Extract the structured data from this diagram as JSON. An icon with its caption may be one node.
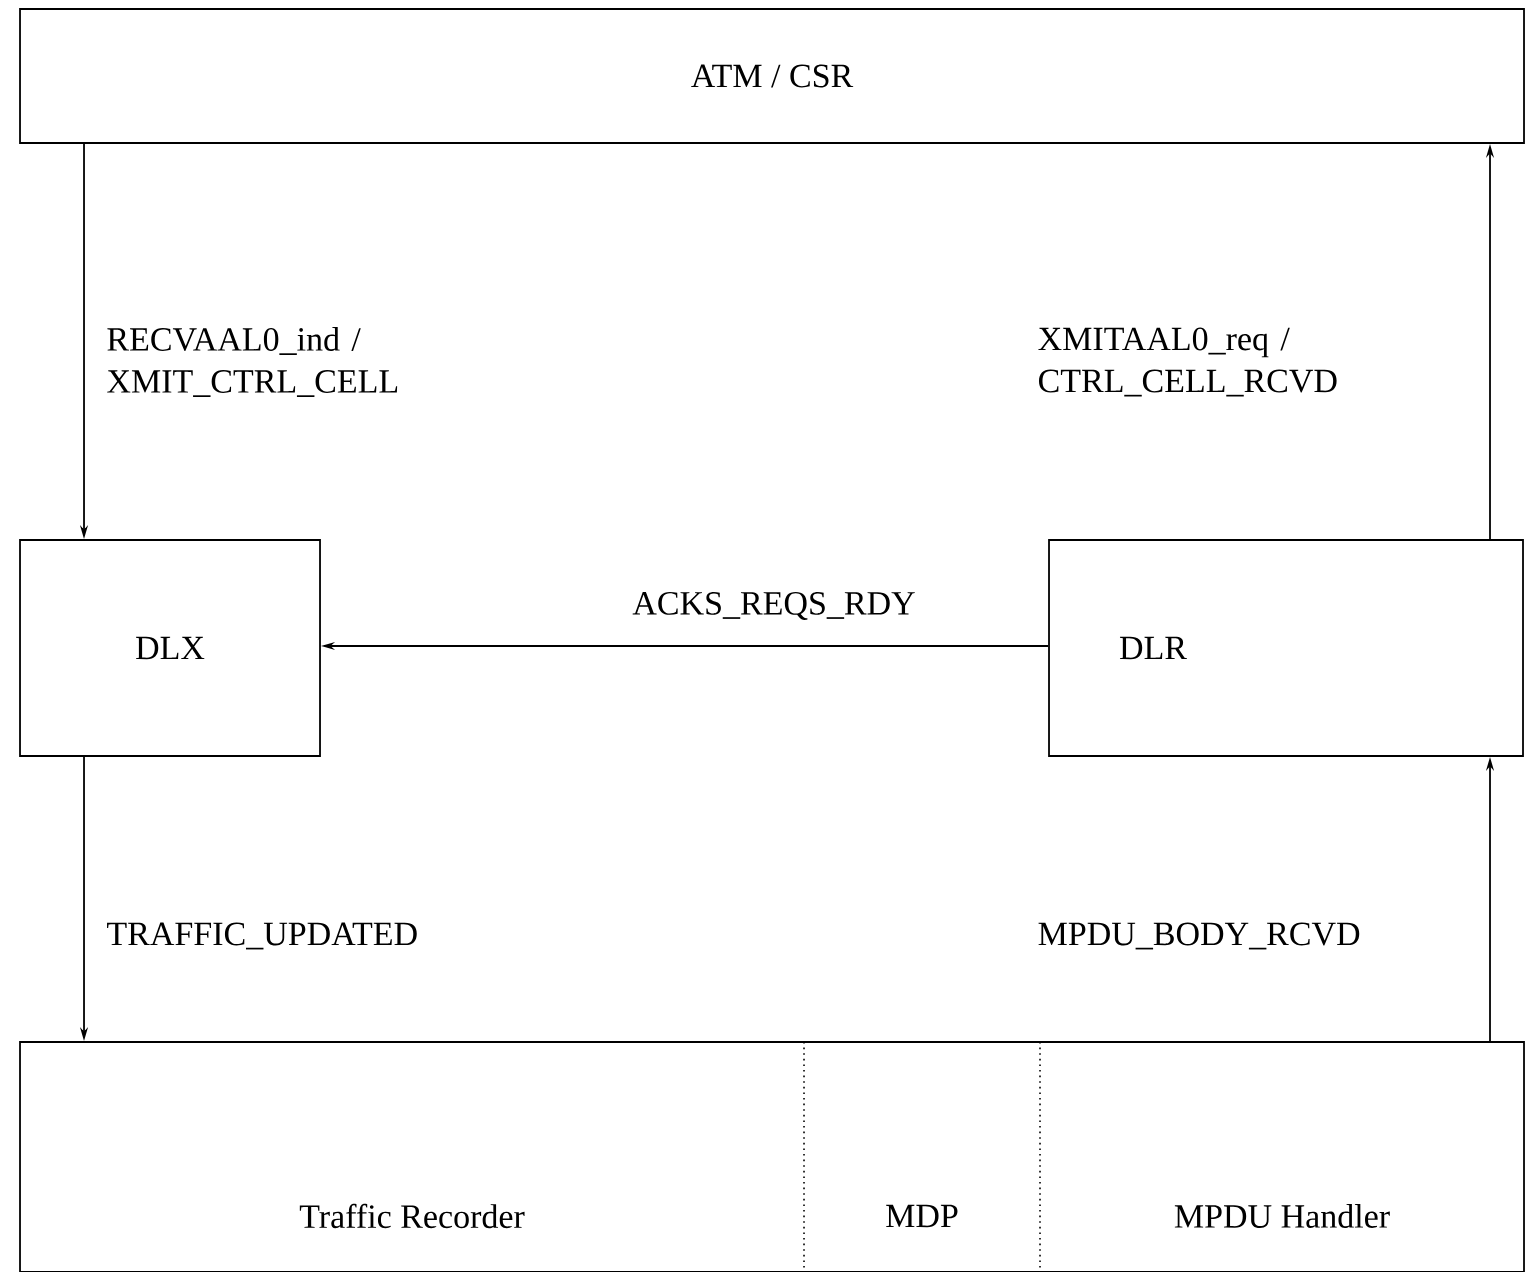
{
  "diagram": {
    "nodes": [
      {
        "text": [
          "ATM / CSR"
        ]
      },
      {
        "text": [
          "DLX"
        ]
      },
      {
        "text": [
          "DLR"
        ]
      },
      {
        "text": [],
        "shape": "box"
      },
      {
        "text": [
          "Traffic Recorder"
        ],
        "in": 3
      },
      {
        "text": [
          "MDP"
        ],
        "in": 3
      },
      {
        "text": [
          "MPDU Handler"
        ],
        "in": 3
      }
    ],
    "edges": [
      {
        "from": 0,
        "to": 1,
        "arrow": "to",
        "label": "RECVAAL0_ind / XMIT_CTRL_CELL"
      },
      {
        "from": 2,
        "to": 0,
        "arrow": "to",
        "label": "XMITAAL0_req / CTRL_CELL_RCVD"
      },
      {
        "from": 2,
        "to": 1,
        "arrow": "to",
        "label": "ACKS_REQS_RDY"
      },
      {
        "from": 1,
        "to": 3,
        "arrow": "to",
        "label": "TRAFFIC_UPDATED"
      },
      {
        "from": 3,
        "to": 2,
        "arrow": "to",
        "label": "MPDU_BODY_RCVD"
      }
    ]
  }
}
